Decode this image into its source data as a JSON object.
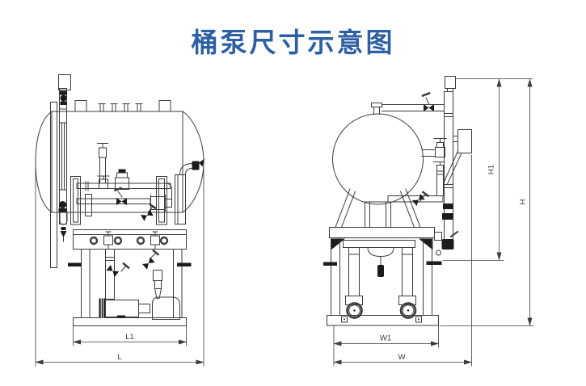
{
  "title": {
    "text": "桶泵尺寸示意图",
    "color": "#2d5fa3"
  },
  "diagram": {
    "line_color": "#3c3c3c",
    "dark_fill_color": "#1c1c1c",
    "dimensions": {
      "L1": "L1",
      "L": "L",
      "W1": "W1",
      "W": "W",
      "H1": "H1",
      "H": "H"
    }
  }
}
